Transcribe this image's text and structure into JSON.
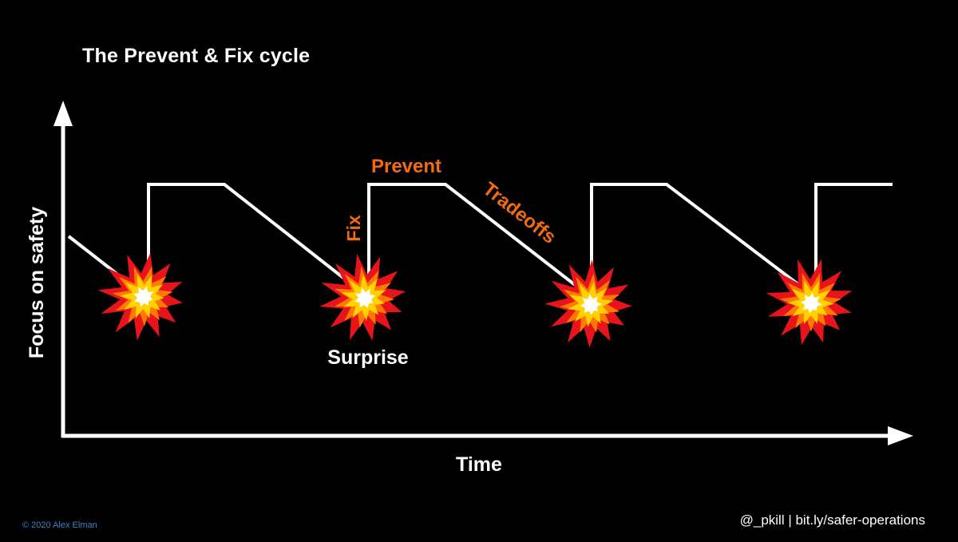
{
  "title": "The Prevent & Fix cycle",
  "y_axis_label": "Focus on safety",
  "x_axis_label": "Time",
  "annotations": {
    "prevent": "Prevent",
    "fix": "Fix",
    "tradeoffs": "Tradeoffs",
    "surprise": "Surprise"
  },
  "footer": {
    "credit": "© 2020 Alex Elman",
    "link": "@_pkill | bit.ly/safer-operations"
  },
  "colors": {
    "background": "#000000",
    "line": "#ffffff",
    "accent": "#f26b0f",
    "credit": "#3b86c6",
    "burst_outer": "#e8141c",
    "burst_middle": "#ffd200",
    "burst_inner": "#ffffff"
  },
  "cycle_count": 4,
  "icons": [
    "explosion-icon",
    "explosion-icon",
    "explosion-icon",
    "explosion-icon"
  ]
}
